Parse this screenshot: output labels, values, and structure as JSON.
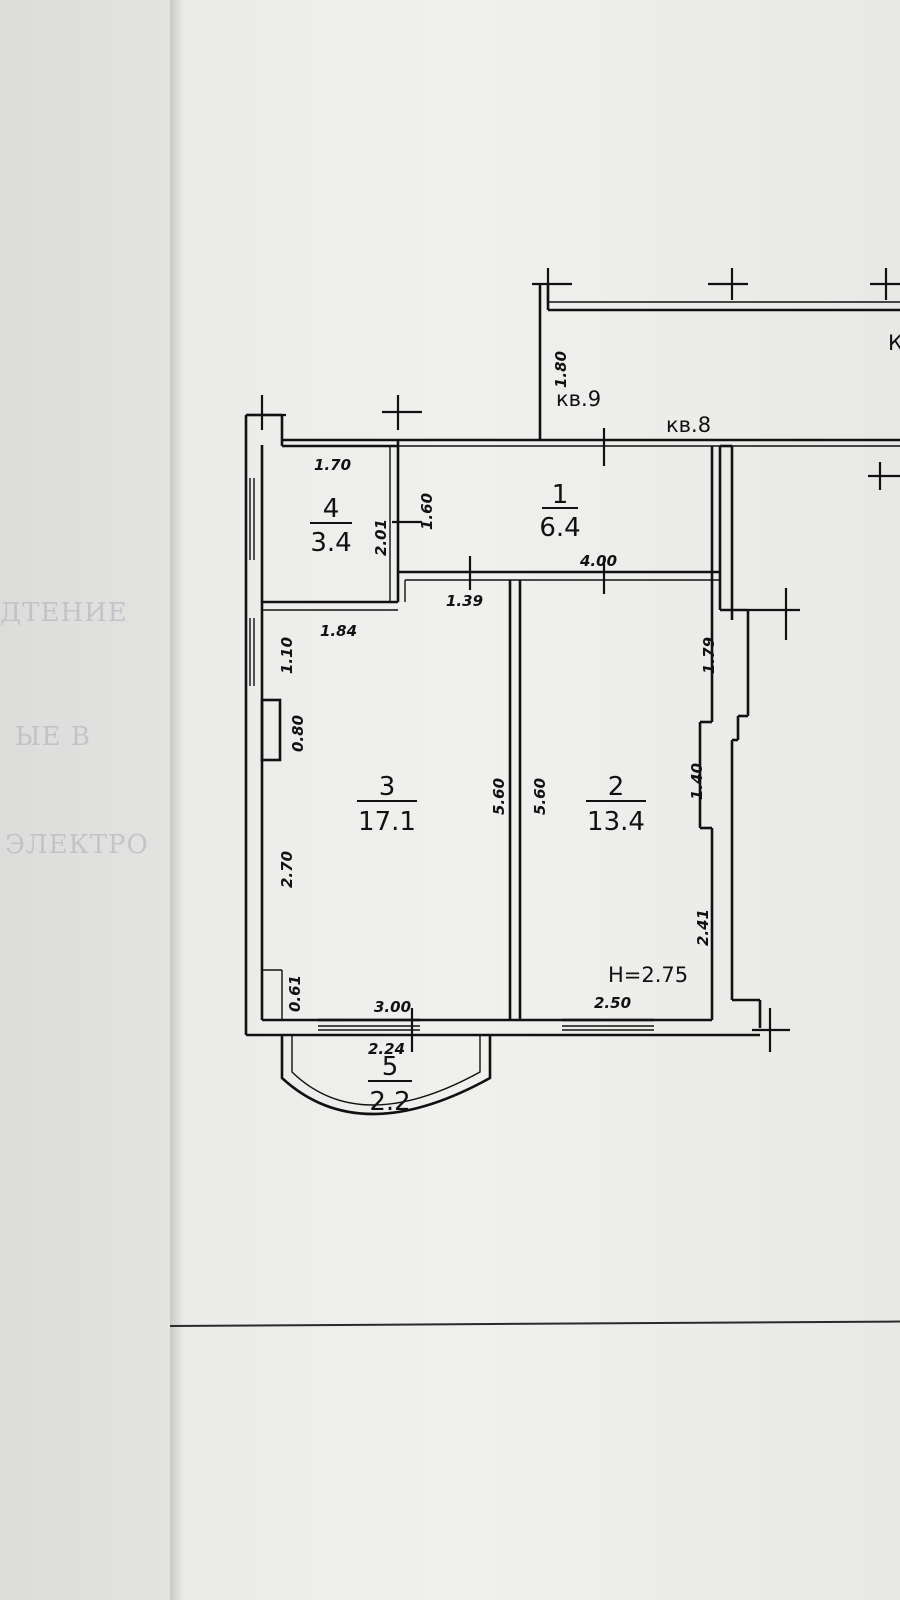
{
  "plan": {
    "apartment_labels": {
      "kv9": "кв.9",
      "kv8": "кв.8",
      "partial": "К"
    },
    "ceiling_height": "H=2.75",
    "rooms": [
      {
        "number": "1",
        "area": "6.4"
      },
      {
        "number": "2",
        "area": "13.4"
      },
      {
        "number": "3",
        "area": "17.1"
      },
      {
        "number": "4",
        "area": "3.4"
      },
      {
        "number": "5",
        "area": "2.2"
      }
    ],
    "dimensions": {
      "d_1_80": "1.80",
      "d_1_70": "1.70",
      "d_2_01": "2.01",
      "d_1_60": "1.60",
      "d_4_00": "4.00",
      "d_1_39": "1.39",
      "d_1_84": "1.84",
      "d_1_10": "1.10",
      "d_0_80": "0.80",
      "d_2_70": "2.70",
      "d_0_61": "0.61",
      "d_3_00": "3.00",
      "d_2_24": "2.24",
      "d_5_60_a": "5.60",
      "d_5_60_b": "5.60",
      "d_1_79": "1.79",
      "d_1_40": "1.40",
      "d_2_41": "2.41",
      "d_2_50": "2.50"
    }
  },
  "background_text": {
    "ghost1": "ДТЕНИЕ",
    "ghost2": "ЫЕ В",
    "ghost3": "ЭЛЕКТРО"
  },
  "colors": {
    "ink": "#111111",
    "paper": "#eeeeec"
  }
}
